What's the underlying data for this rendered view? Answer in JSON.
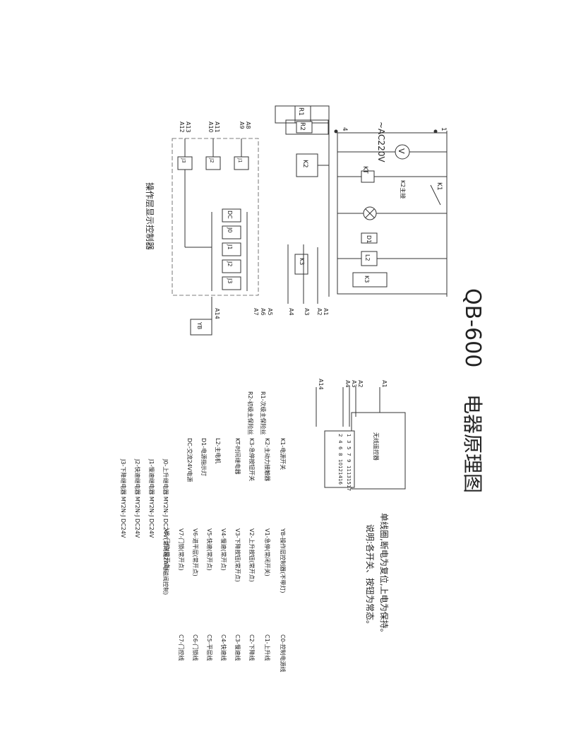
{
  "title": "QB-600",
  "title_cn": "电器原理图",
  "supply": "~AC220V",
  "terminals": {
    "n1": "1",
    "n4": "4"
  },
  "left_panel_label": "操作层显示控制器",
  "leads_top": [
    "A12",
    "A13",
    "A10",
    "A11",
    "A9",
    "A8"
  ],
  "leads_bottom": [
    "A1",
    "A2",
    "A3",
    "A4",
    "A5",
    "A6",
    "A7",
    "A14"
  ],
  "components": {
    "r1": "R1",
    "r2": "R2",
    "k2": "K2",
    "kt": "KT",
    "k2_coil": "K2主接",
    "k1": "K1",
    "d1": "D1",
    "dc": "DC",
    "l2": "L2",
    "k3": "K3",
    "k3b": "K3",
    "j0": "J0",
    "j1": "J1",
    "j2": "J2",
    "j3": "J3",
    "j1b": "J1",
    "j2b": "J2",
    "j3b": "J3",
    "yb": "YB",
    "v": "V"
  },
  "module_label": "无线遥控器",
  "right_leads": [
    "A1",
    "A2",
    "A3",
    "A4",
    "A14"
  ],
  "legend_col1": [
    "R1-次级主保险丝",
    "R2-初级主保险丝"
  ],
  "legend_col2": [
    "K1-电源开关",
    "K2-主动力接触器",
    "K3-急停按钮开关",
    "KT-时间继电器",
    "L2-主电机",
    "D1-电源指示灯",
    "DC-交流24V电源",
    "J0-上升继电器 MY2N-J DC24V(常闭端2A电磁阀控制)",
    "J1-慢速继电器 MY2N-J DC24V",
    "J2-快速继电器 MY2N-J DC24V",
    "J3-下降继电器 MY2N-J DC24V"
  ],
  "legend_col3": [
    "YB-操作层控制器(不带灯)",
    "V1-急停(常闭开关)",
    "V2-上升按钮(常开点)",
    "V3-下降按钮(常开点)",
    "V4-慢速(常开点)",
    "V5-快速(常开点)",
    "V6-进平层(常开点)",
    "V7-门锁(常开点)",
    "V8-门控(常开点)"
  ],
  "legend_col4": [
    "C0-控制电源线",
    "C1-上升线",
    "C2-下降线",
    "C3-慢速线",
    "C4-快速线",
    "C5-平层线",
    "C6-门锁线",
    "C7-门控线"
  ],
  "module_pins": [
    "1",
    "2",
    "3",
    "4",
    "5",
    "6",
    "7",
    "8",
    "9",
    "10",
    "11",
    "12",
    "13",
    "14",
    "15",
    "16",
    "17"
  ],
  "note_line1": "单线圈,断电为复位,上电为保持。",
  "note_line2": "说明:各开关、按钮为常态。"
}
